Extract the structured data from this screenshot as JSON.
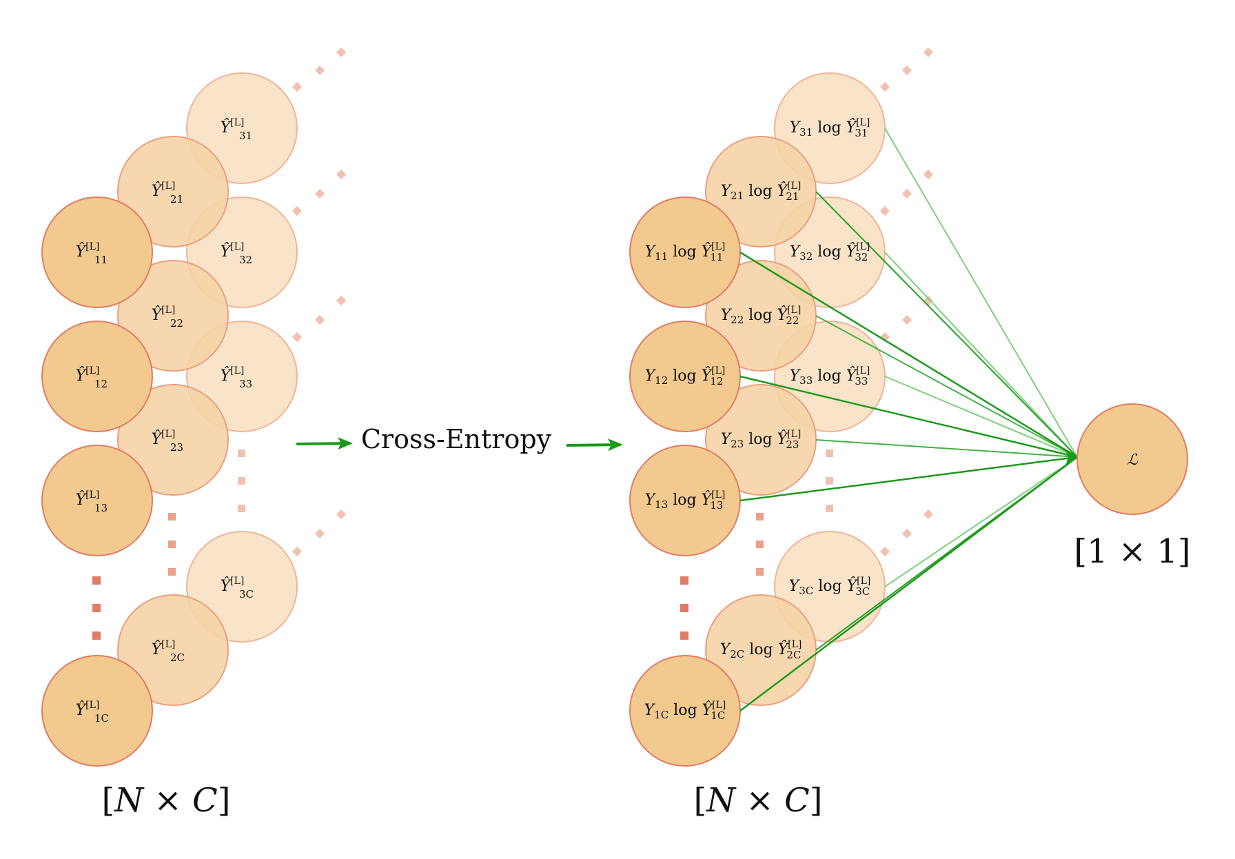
{
  "colors": {
    "front_fill": "#f2c98e",
    "front_stroke": "#e07c63",
    "mid_fill": "#f5d3a7",
    "mid_stroke": "#eb9e7e",
    "back_fill": "#f9e2c6",
    "back_stroke": "#f0b497",
    "dots_front": "#e07c63",
    "dots_mid": "#eba18a",
    "dots_back": "#f2c0b0",
    "arrow": "#1a9a1a",
    "edge_front": "#1a9a1a",
    "edge_back": "#7cd07c"
  },
  "middle": {
    "label": "Cross-Entropy"
  },
  "left_grid": {
    "dimension_label": {
      "open": "[",
      "n": "N",
      "times": " × ",
      "c": "C",
      "close": "]"
    },
    "rows": [
      {
        "label": {
          "base": "Ŷ",
          "sub": "31",
          "sup": "[L]"
        }
      },
      {
        "label": {
          "base": "Ŷ",
          "sub": "21",
          "sup": "[L]"
        }
      },
      {
        "label": {
          "base": "Ŷ",
          "sub": "11",
          "sup": "[L]"
        }
      },
      {
        "label": {
          "base": "Ŷ",
          "sub": "32",
          "sup": "[L]"
        }
      },
      {
        "label": {
          "base": "Ŷ",
          "sub": "22",
          "sup": "[L]"
        }
      },
      {
        "label": {
          "base": "Ŷ",
          "sub": "12",
          "sup": "[L]"
        }
      },
      {
        "label": {
          "base": "Ŷ",
          "sub": "33",
          "sup": "[L]"
        }
      },
      {
        "label": {
          "base": "Ŷ",
          "sub": "23",
          "sup": "[L]"
        }
      },
      {
        "label": {
          "base": "Ŷ",
          "sub": "13",
          "sup": "[L]"
        }
      },
      {
        "label": {
          "base": "Ŷ",
          "sub": "3C",
          "sup": "[L]"
        }
      },
      {
        "label": {
          "base": "Ŷ",
          "sub": "2C",
          "sup": "[L]"
        }
      },
      {
        "label": {
          "base": "Ŷ",
          "sub": "1C",
          "sup": "[L]"
        }
      }
    ]
  },
  "right_grid": {
    "dimension_label": {
      "open": "[",
      "n": "N",
      "times": " × ",
      "c": "C",
      "close": "]"
    },
    "rows": [
      {
        "label": {
          "y": "Y",
          "ysub": "31",
          "log": " log ",
          "base": "Ŷ",
          "sub": "31",
          "sup": "[L]"
        }
      },
      {
        "label": {
          "y": "Y",
          "ysub": "21",
          "log": " log ",
          "base": "Ŷ",
          "sub": "21",
          "sup": "[L]"
        }
      },
      {
        "label": {
          "y": "Y",
          "ysub": "11",
          "log": " log ",
          "base": "Ŷ",
          "sub": "11",
          "sup": "[L]"
        }
      },
      {
        "label": {
          "y": "Y",
          "ysub": "32",
          "log": " log ",
          "base": "Ŷ",
          "sub": "32",
          "sup": "[L]"
        }
      },
      {
        "label": {
          "y": "Y",
          "ysub": "22",
          "log": " log ",
          "base": "Ŷ",
          "sub": "22",
          "sup": "[L]"
        }
      },
      {
        "label": {
          "y": "Y",
          "ysub": "12",
          "log": " log ",
          "base": "Ŷ",
          "sub": "12",
          "sup": "[L]"
        }
      },
      {
        "label": {
          "y": "Y",
          "ysub": "33",
          "log": " log ",
          "base": "Ŷ",
          "sub": "33",
          "sup": "[L]"
        }
      },
      {
        "label": {
          "y": "Y",
          "ysub": "23",
          "log": " log ",
          "base": "Ŷ",
          "sub": "23",
          "sup": "[L]"
        }
      },
      {
        "label": {
          "y": "Y",
          "ysub": "13",
          "log": " log ",
          "base": "Ŷ",
          "sub": "13",
          "sup": "[L]"
        }
      },
      {
        "label": {
          "y": "Y",
          "ysub": "3C",
          "log": " log ",
          "base": "Ŷ",
          "sub": "3C",
          "sup": "[L]"
        }
      },
      {
        "label": {
          "y": "Y",
          "ysub": "2C",
          "log": " log ",
          "base": "Ŷ",
          "sub": "2C",
          "sup": "[L]"
        }
      },
      {
        "label": {
          "y": "Y",
          "ysub": "1C",
          "log": " log ",
          "base": "Ŷ",
          "sub": "1C",
          "sup": "[L]"
        }
      }
    ]
  },
  "loss": {
    "symbol": "ℒ",
    "dimension_label": {
      "open": "[",
      "a": "1",
      "times": " × ",
      "b": "1",
      "close": "]"
    }
  }
}
